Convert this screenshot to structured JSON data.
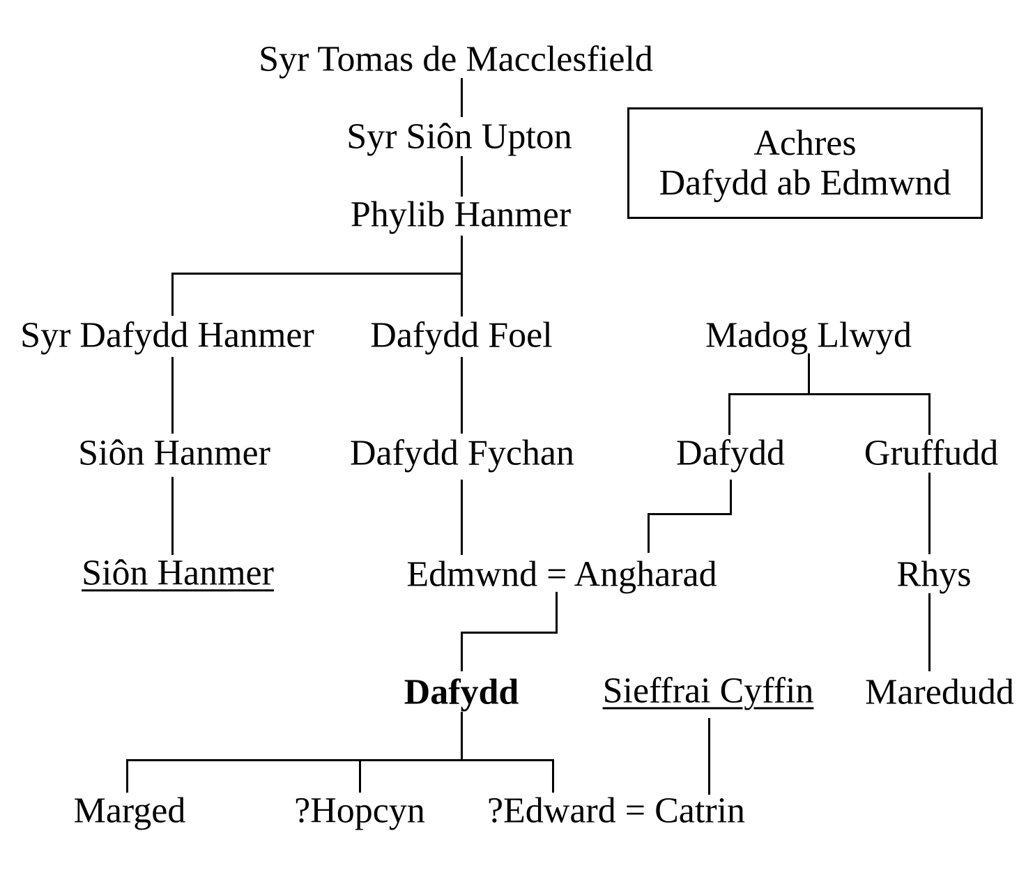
{
  "title_box": {
    "line1": "Achres",
    "line2": "Dafydd ab Edmwnd"
  },
  "colors": {
    "background": "#ffffff",
    "text": "#000000",
    "line": "#000000"
  },
  "nodes": {
    "tomas": {
      "label": "Syr Tomas de Macclesfield",
      "emphasis": "none"
    },
    "upton": {
      "label": "Syr Siôn Upton",
      "emphasis": "none"
    },
    "phylib": {
      "label": "Phylib Hanmer",
      "emphasis": "none"
    },
    "syr_dafydd_hanmer": {
      "label": "Syr Dafydd Hanmer",
      "emphasis": "none"
    },
    "dafydd_foel": {
      "label": "Dafydd Foel",
      "emphasis": "none"
    },
    "madog_llwyd": {
      "label": "Madog Llwyd",
      "emphasis": "none"
    },
    "sion_hanmer_1": {
      "label": "Siôn Hanmer",
      "emphasis": "none"
    },
    "dafydd_fychan": {
      "label": "Dafydd Fychan",
      "emphasis": "none"
    },
    "dafydd_madog": {
      "label": "Dafydd",
      "emphasis": "none"
    },
    "gruffudd": {
      "label": "Gruffudd",
      "emphasis": "none"
    },
    "sion_hanmer_2": {
      "label": "Siôn Hanmer",
      "emphasis": "underline"
    },
    "edmwnd_angharad": {
      "label": "Edmwnd = Angharad",
      "emphasis": "none"
    },
    "rhys": {
      "label": "Rhys",
      "emphasis": "none"
    },
    "dafydd_ab_edmwnd": {
      "label": "Dafydd",
      "emphasis": "bold"
    },
    "sieffrai_cyffin": {
      "label": "Sieffrai Cyffin",
      "emphasis": "underline"
    },
    "maredudd": {
      "label": "Maredudd",
      "emphasis": "none"
    },
    "marged": {
      "label": "Marged",
      "emphasis": "none"
    },
    "hopcyn": {
      "label": "?Hopcyn",
      "emphasis": "none"
    },
    "edward_catrin": {
      "label": "?Edward = Catrin",
      "emphasis": "none"
    }
  },
  "edges": [
    {
      "from": "tomas",
      "to": "upton"
    },
    {
      "from": "upton",
      "to": "phylib"
    },
    {
      "from": "phylib",
      "to": "syr_dafydd_hanmer"
    },
    {
      "from": "phylib",
      "to": "dafydd_foel"
    },
    {
      "from": "syr_dafydd_hanmer",
      "to": "sion_hanmer_1"
    },
    {
      "from": "dafydd_foel",
      "to": "dafydd_fychan"
    },
    {
      "from": "madog_llwyd",
      "to": "dafydd_madog"
    },
    {
      "from": "madog_llwyd",
      "to": "gruffudd"
    },
    {
      "from": "sion_hanmer_1",
      "to": "sion_hanmer_2"
    },
    {
      "from": "dafydd_fychan",
      "to": "edmwnd_angharad"
    },
    {
      "from": "dafydd_madog",
      "to": "edmwnd_angharad"
    },
    {
      "from": "gruffudd",
      "to": "rhys"
    },
    {
      "from": "edmwnd_angharad",
      "to": "dafydd_ab_edmwnd"
    },
    {
      "from": "rhys",
      "to": "maredudd"
    },
    {
      "from": "dafydd_ab_edmwnd",
      "to": "marged"
    },
    {
      "from": "dafydd_ab_edmwnd",
      "to": "hopcyn"
    },
    {
      "from": "dafydd_ab_edmwnd",
      "to": "edward_catrin"
    },
    {
      "from": "sieffrai_cyffin",
      "to": "edward_catrin"
    }
  ]
}
